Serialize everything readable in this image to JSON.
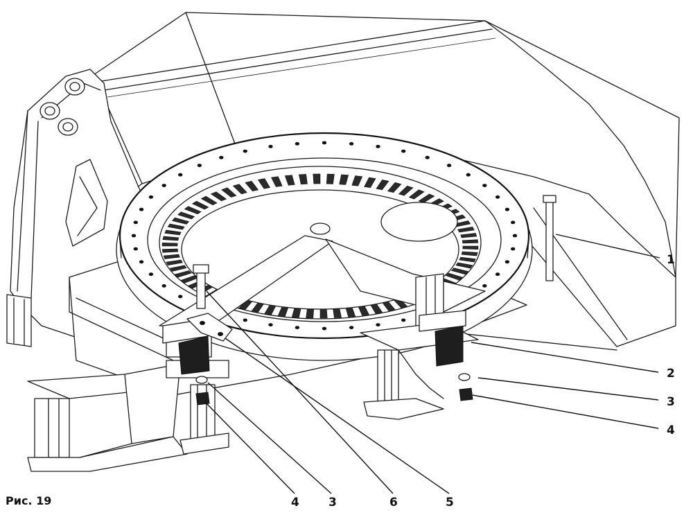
{
  "figure": {
    "caption": "Рис. 19",
    "callouts": [
      {
        "id": "c1-right",
        "label": "1"
      },
      {
        "id": "c2-right",
        "label": "2"
      },
      {
        "id": "c3-right",
        "label": "3"
      },
      {
        "id": "c4-right",
        "label": "4"
      },
      {
        "id": "c4-bottom",
        "label": "4"
      },
      {
        "id": "c3-bottom",
        "label": "3"
      },
      {
        "id": "c6-bottom",
        "label": "6"
      },
      {
        "id": "c5-bottom",
        "label": "5"
      }
    ]
  }
}
